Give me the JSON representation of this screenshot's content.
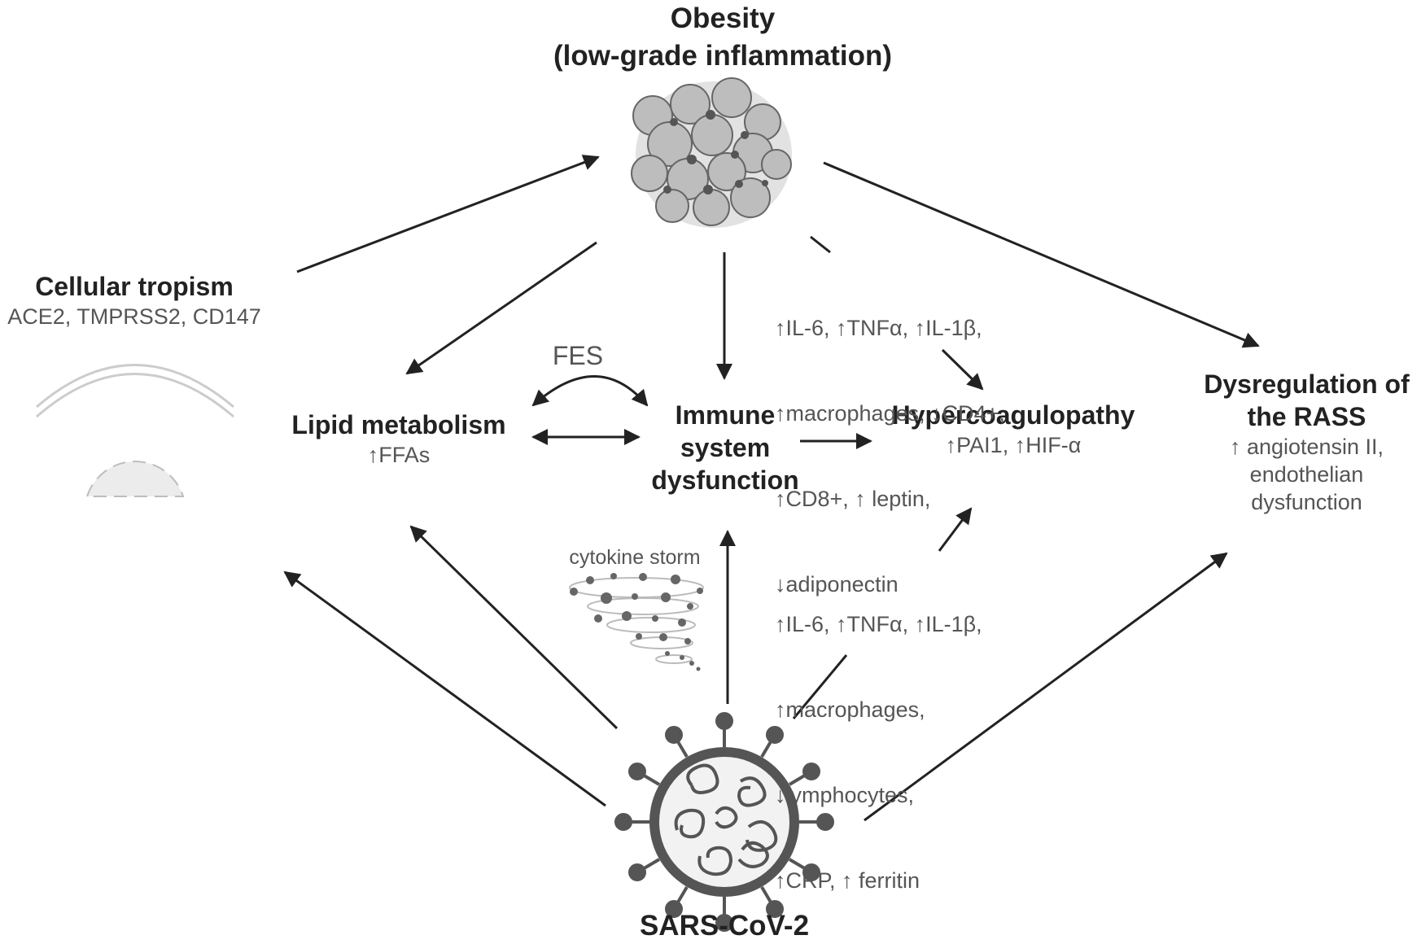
{
  "nodes": {
    "obesity": {
      "title_line1": "Obesity",
      "title_line2": "(low-grade inflammation)"
    },
    "cellular_tropism": {
      "title": "Cellular tropism",
      "receptors": "ACE2, TMPRSS2, CD147"
    },
    "lipid_metabolism": {
      "title": "Lipid metabolism",
      "detail": "↑FFAs"
    },
    "immune_system": {
      "line1": "Immune",
      "line2": "system",
      "line3": "dysfunction"
    },
    "hypercoagulopathy": {
      "title": "Hypercoagulopathy",
      "detail": "↑PAI1, ↑HIF-α"
    },
    "rass": {
      "line1": "Dysregulation of",
      "line2": "the RASS",
      "detail1": "↑ angiotensin II,",
      "detail2": "endothelian",
      "detail3": "dysfunction"
    },
    "sars": {
      "title": "SARS-CoV-2"
    }
  },
  "labels": {
    "fes": "FES",
    "cytokine_storm": "cytokine storm",
    "obesity_markers": [
      "↑IL-6, ↑TNFα, ↑IL-1β,",
      "↑macrophages, ↓CD4+,",
      "↑CD8+, ↑ leptin,",
      "↓adiponectin"
    ],
    "sars_markers": [
      "↑IL-6, ↑TNFα, ↑IL-1β,",
      "↑macrophages,",
      "↓lymphocytes,",
      "↑CRP, ↑ ferritin"
    ]
  },
  "colors": {
    "arrow": "#222222",
    "cell_fill": "#bdbdbd",
    "cell_stroke": "#555555",
    "virus": "#555555",
    "membrane": "#cccccc"
  },
  "icons": {
    "obesity": "adipose-tissue-icon",
    "cell": "cell-membrane-icon",
    "storm": "cytokine-storm-icon",
    "virus": "coronavirus-icon"
  }
}
